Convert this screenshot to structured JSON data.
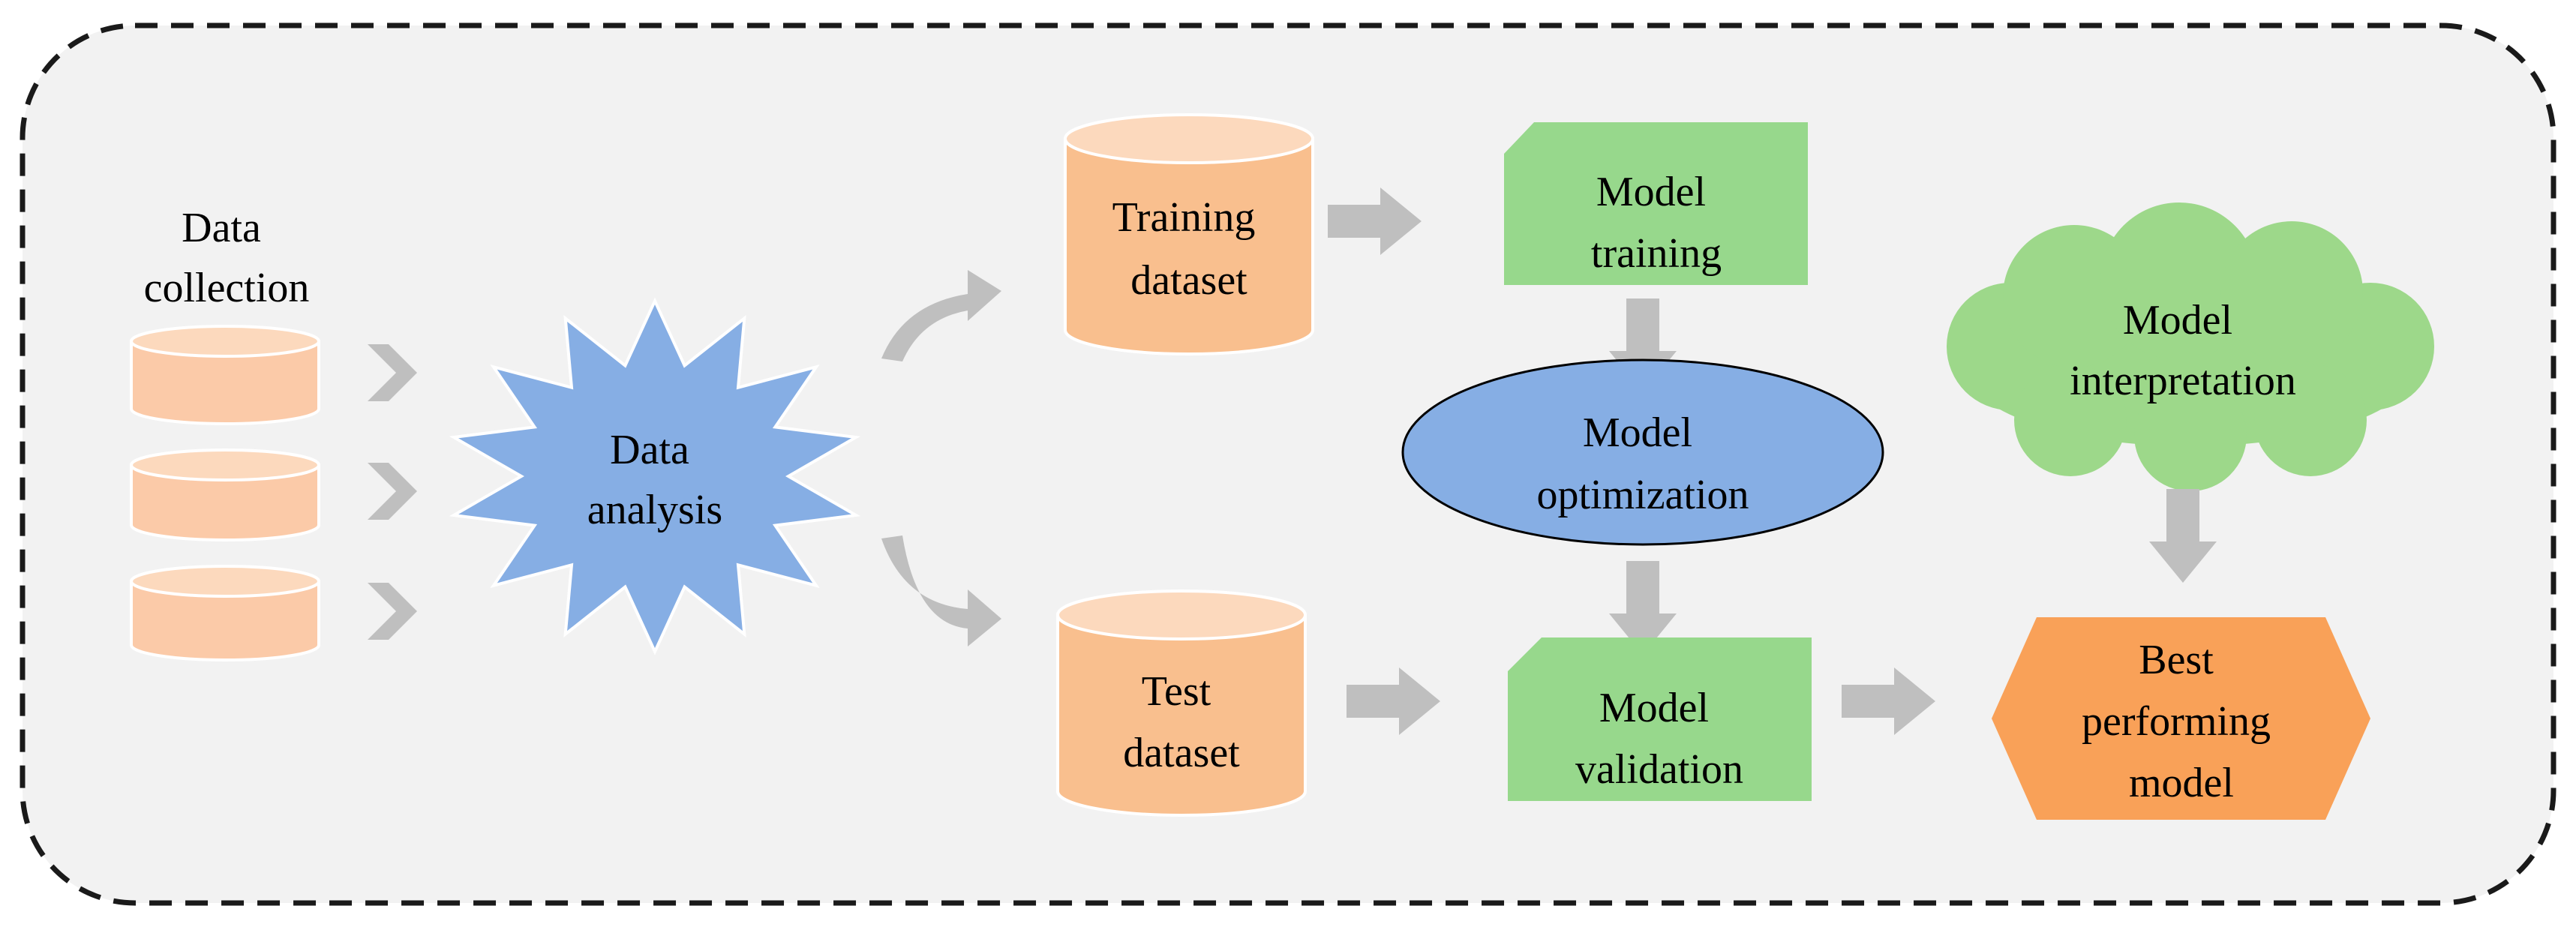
{
  "diagram": {
    "data_collection": {
      "lines": [
        "Data",
        "collection"
      ]
    },
    "data_analysis": {
      "lines": [
        "Data",
        "analysis"
      ]
    },
    "training_dataset": {
      "lines": [
        "Training",
        "dataset"
      ]
    },
    "test_dataset": {
      "lines": [
        "Test",
        "dataset"
      ]
    },
    "model_training": {
      "lines": [
        "Model",
        "training"
      ]
    },
    "model_optimization": {
      "lines": [
        "Model",
        "optimization"
      ]
    },
    "model_validation": {
      "lines": [
        "Model",
        "validation"
      ]
    },
    "model_interpretation": {
      "lines": [
        "Model",
        "interpretation"
      ]
    },
    "best_model": {
      "lines": [
        "Best",
        "performing",
        "model"
      ]
    }
  },
  "colors": {
    "background": "#f2f2f2",
    "border": "#1a1a1a",
    "cylinder_fill": "#f9bf8e",
    "cylinder_top": "#fcd9bd",
    "cylinder_small_fill": "#fbcaa8",
    "star_fill": "#86aee4",
    "ellipse_fill": "#86aee4",
    "green_fill": "#97d88c",
    "cloud_fill": "#9dd88a",
    "hexagon_fill": "#f9a158",
    "arrow_fill": "#bfbfbf"
  }
}
